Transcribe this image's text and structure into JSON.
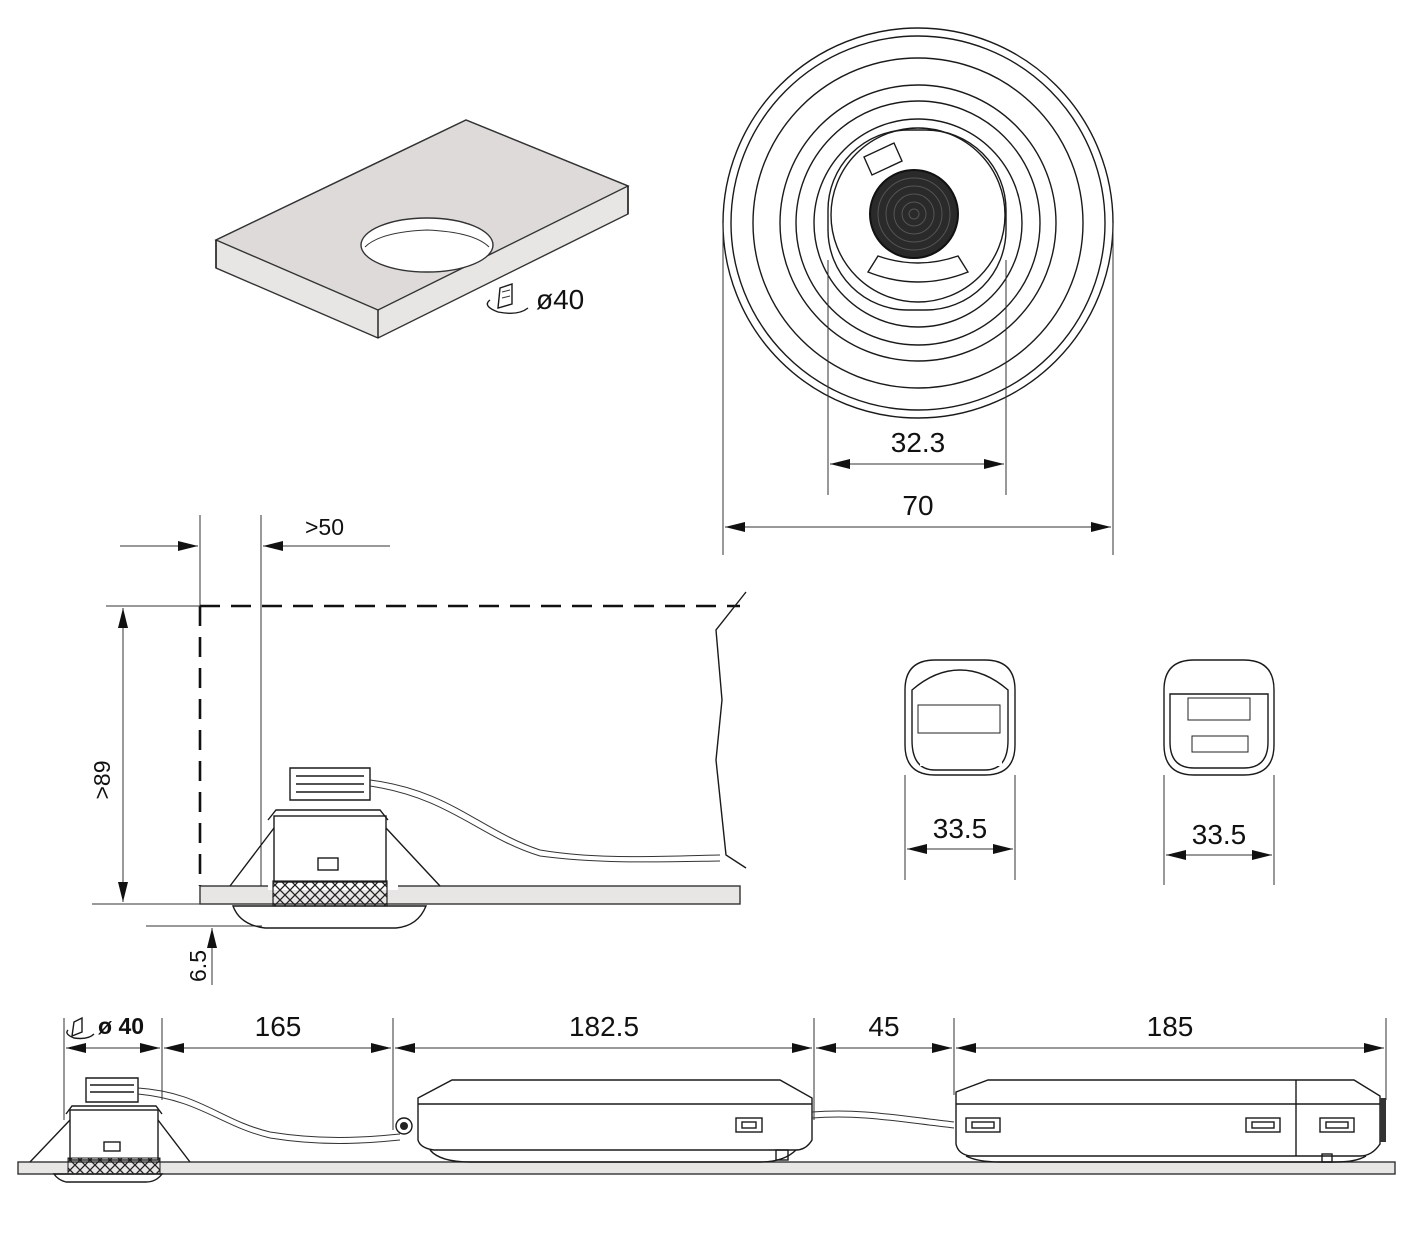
{
  "labels": {
    "drill_hole": "ø40",
    "inner_diameter": "32.3",
    "outer_diameter": "70",
    "clearance_side": ">50",
    "clearance_height": ">89",
    "protrusion": "6.5",
    "driver_width_front": "33.5",
    "driver_width_back": "33.5",
    "bottom_hole": "ø 40",
    "cable_segment_1": "165",
    "driver_length_1": "182.5",
    "cable_segment_2": "45",
    "driver_length_2": "185"
  },
  "colors": {
    "line": "#1a1a1a",
    "board_fill": "#e8e5e5",
    "board_top_fill": "#d9d5d5"
  }
}
